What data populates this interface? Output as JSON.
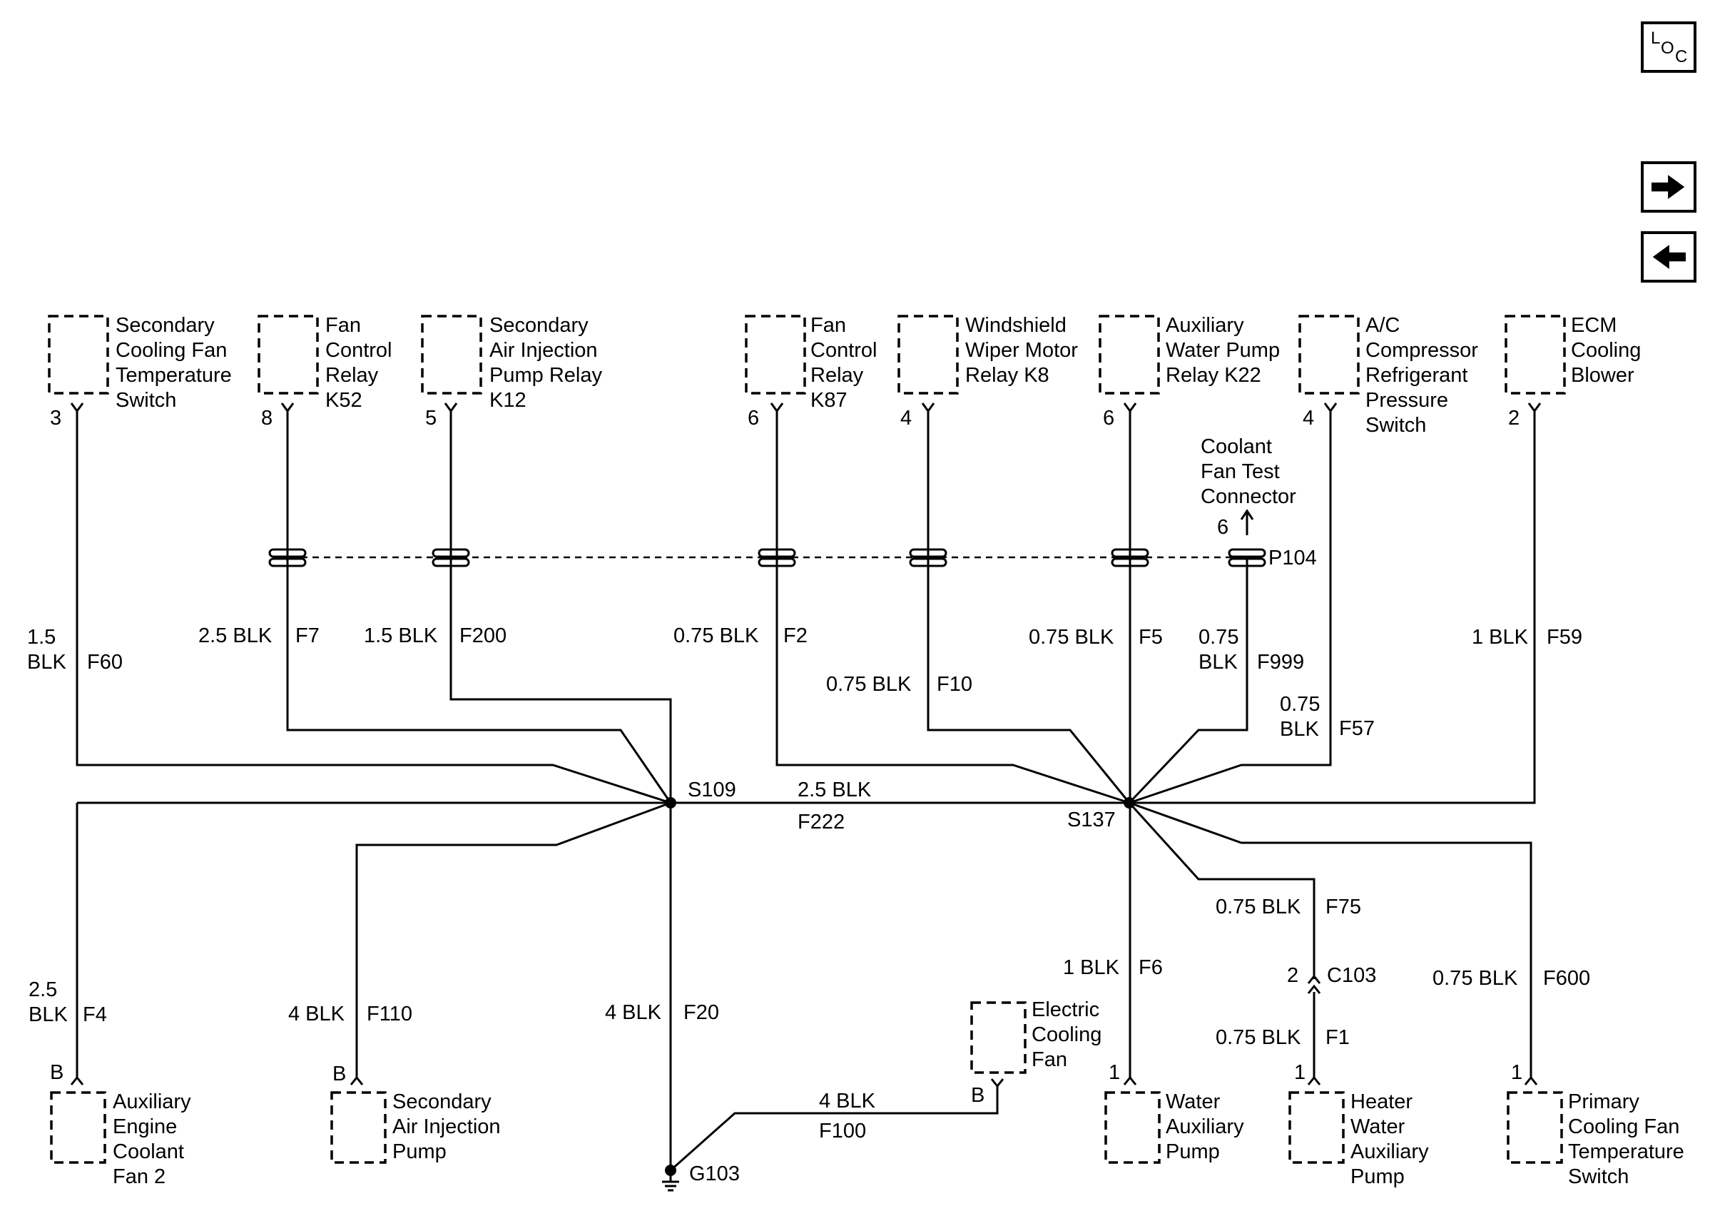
{
  "nav": {
    "loc_l": "L",
    "loc_o": "O",
    "loc_c": "C",
    "forward_icon": "right-arrow-icon",
    "back_icon": "left-arrow-icon"
  },
  "components": {
    "sec_fan_temp_switch": [
      "Secondary",
      "Cooling Fan",
      "Temperature",
      "Switch"
    ],
    "fan_relay_k52": [
      "Fan",
      "Control",
      "Relay",
      "K52"
    ],
    "sec_air_pump_relay": [
      "Secondary",
      "Air Injection",
      "Pump Relay",
      "K12"
    ],
    "fan_relay_k87": [
      "Fan",
      "Control",
      "Relay",
      "K87"
    ],
    "wiper_relay": [
      "Windshield",
      "Wiper Motor",
      "Relay K8"
    ],
    "aux_pump_relay": [
      "Auxiliary",
      "Water Pump",
      "Relay K22"
    ],
    "ac_switch": [
      "A/C",
      "Compressor",
      "Refrigerant",
      "Pressure",
      "Switch"
    ],
    "ecm_blower": [
      "ECM",
      "Cooling",
      "Blower"
    ],
    "coolant_test": [
      "Coolant",
      "Fan Test",
      "Connector"
    ],
    "electric_fan": [
      "Electric",
      "Cooling",
      "Fan"
    ],
    "aux_coolant_fan2": [
      "Auxiliary",
      "Engine",
      "Coolant",
      "Fan 2"
    ],
    "sec_air_pump": [
      "Secondary",
      "Air Injection",
      "Pump"
    ],
    "water_aux_pump": [
      "Water",
      "Auxiliary",
      "Pump"
    ],
    "heater_pump": [
      "Heater",
      "Water",
      "Auxiliary",
      "Pump"
    ],
    "primary_switch": [
      "Primary",
      "Cooling Fan",
      "Temperature",
      "Switch"
    ]
  },
  "pins": {
    "p3": "3",
    "p8": "8",
    "p5": "5",
    "p6a": "6",
    "p4a": "4",
    "p6b": "6",
    "p4b": "4",
    "p2": "2",
    "p6c": "6",
    "pB1": "B",
    "pB2": "B",
    "pB3": "B",
    "p1a": "1",
    "p2c": "2",
    "p1b": "1",
    "p1c": "1"
  },
  "connectors": {
    "p104": "P104",
    "c103": "C103"
  },
  "splices": {
    "s109": "S109",
    "s137": "S137",
    "g103": "G103"
  },
  "wires": {
    "f60_gauge": [
      "1.5",
      "BLK"
    ],
    "f60": "F60",
    "f7_gauge": "2.5 BLK",
    "f7": "F7",
    "f200_gauge": "1.5 BLK",
    "f200": "F200",
    "f2_gauge": "0.75 BLK",
    "f2": "F2",
    "f10_gauge": "0.75 BLK",
    "f10": "F10",
    "f5_gauge": "0.75 BLK",
    "f5": "F5",
    "f999_gauge": [
      "0.75",
      "BLK"
    ],
    "f999": "F999",
    "f57_gauge": [
      "0.75",
      "BLK"
    ],
    "f57": "F57",
    "f59_gauge": "1 BLK",
    "f59": "F59",
    "f222_gauge": "2.5 BLK",
    "f222": "F222",
    "f75_gauge": "0.75 BLK",
    "f75": "F75",
    "f6_gauge": "1 BLK",
    "f6": "F6",
    "f1_gauge": "0.75 BLK",
    "f1": "F1",
    "f600_gauge": "0.75 BLK",
    "f600": "F600",
    "f4_gauge": [
      "2.5",
      "BLK"
    ],
    "f4": "F4",
    "f110_gauge": "4 BLK",
    "f110": "F110",
    "f20_gauge": "4 BLK",
    "f20": "F20",
    "f100_gauge": "4 BLK",
    "f100": "F100"
  }
}
